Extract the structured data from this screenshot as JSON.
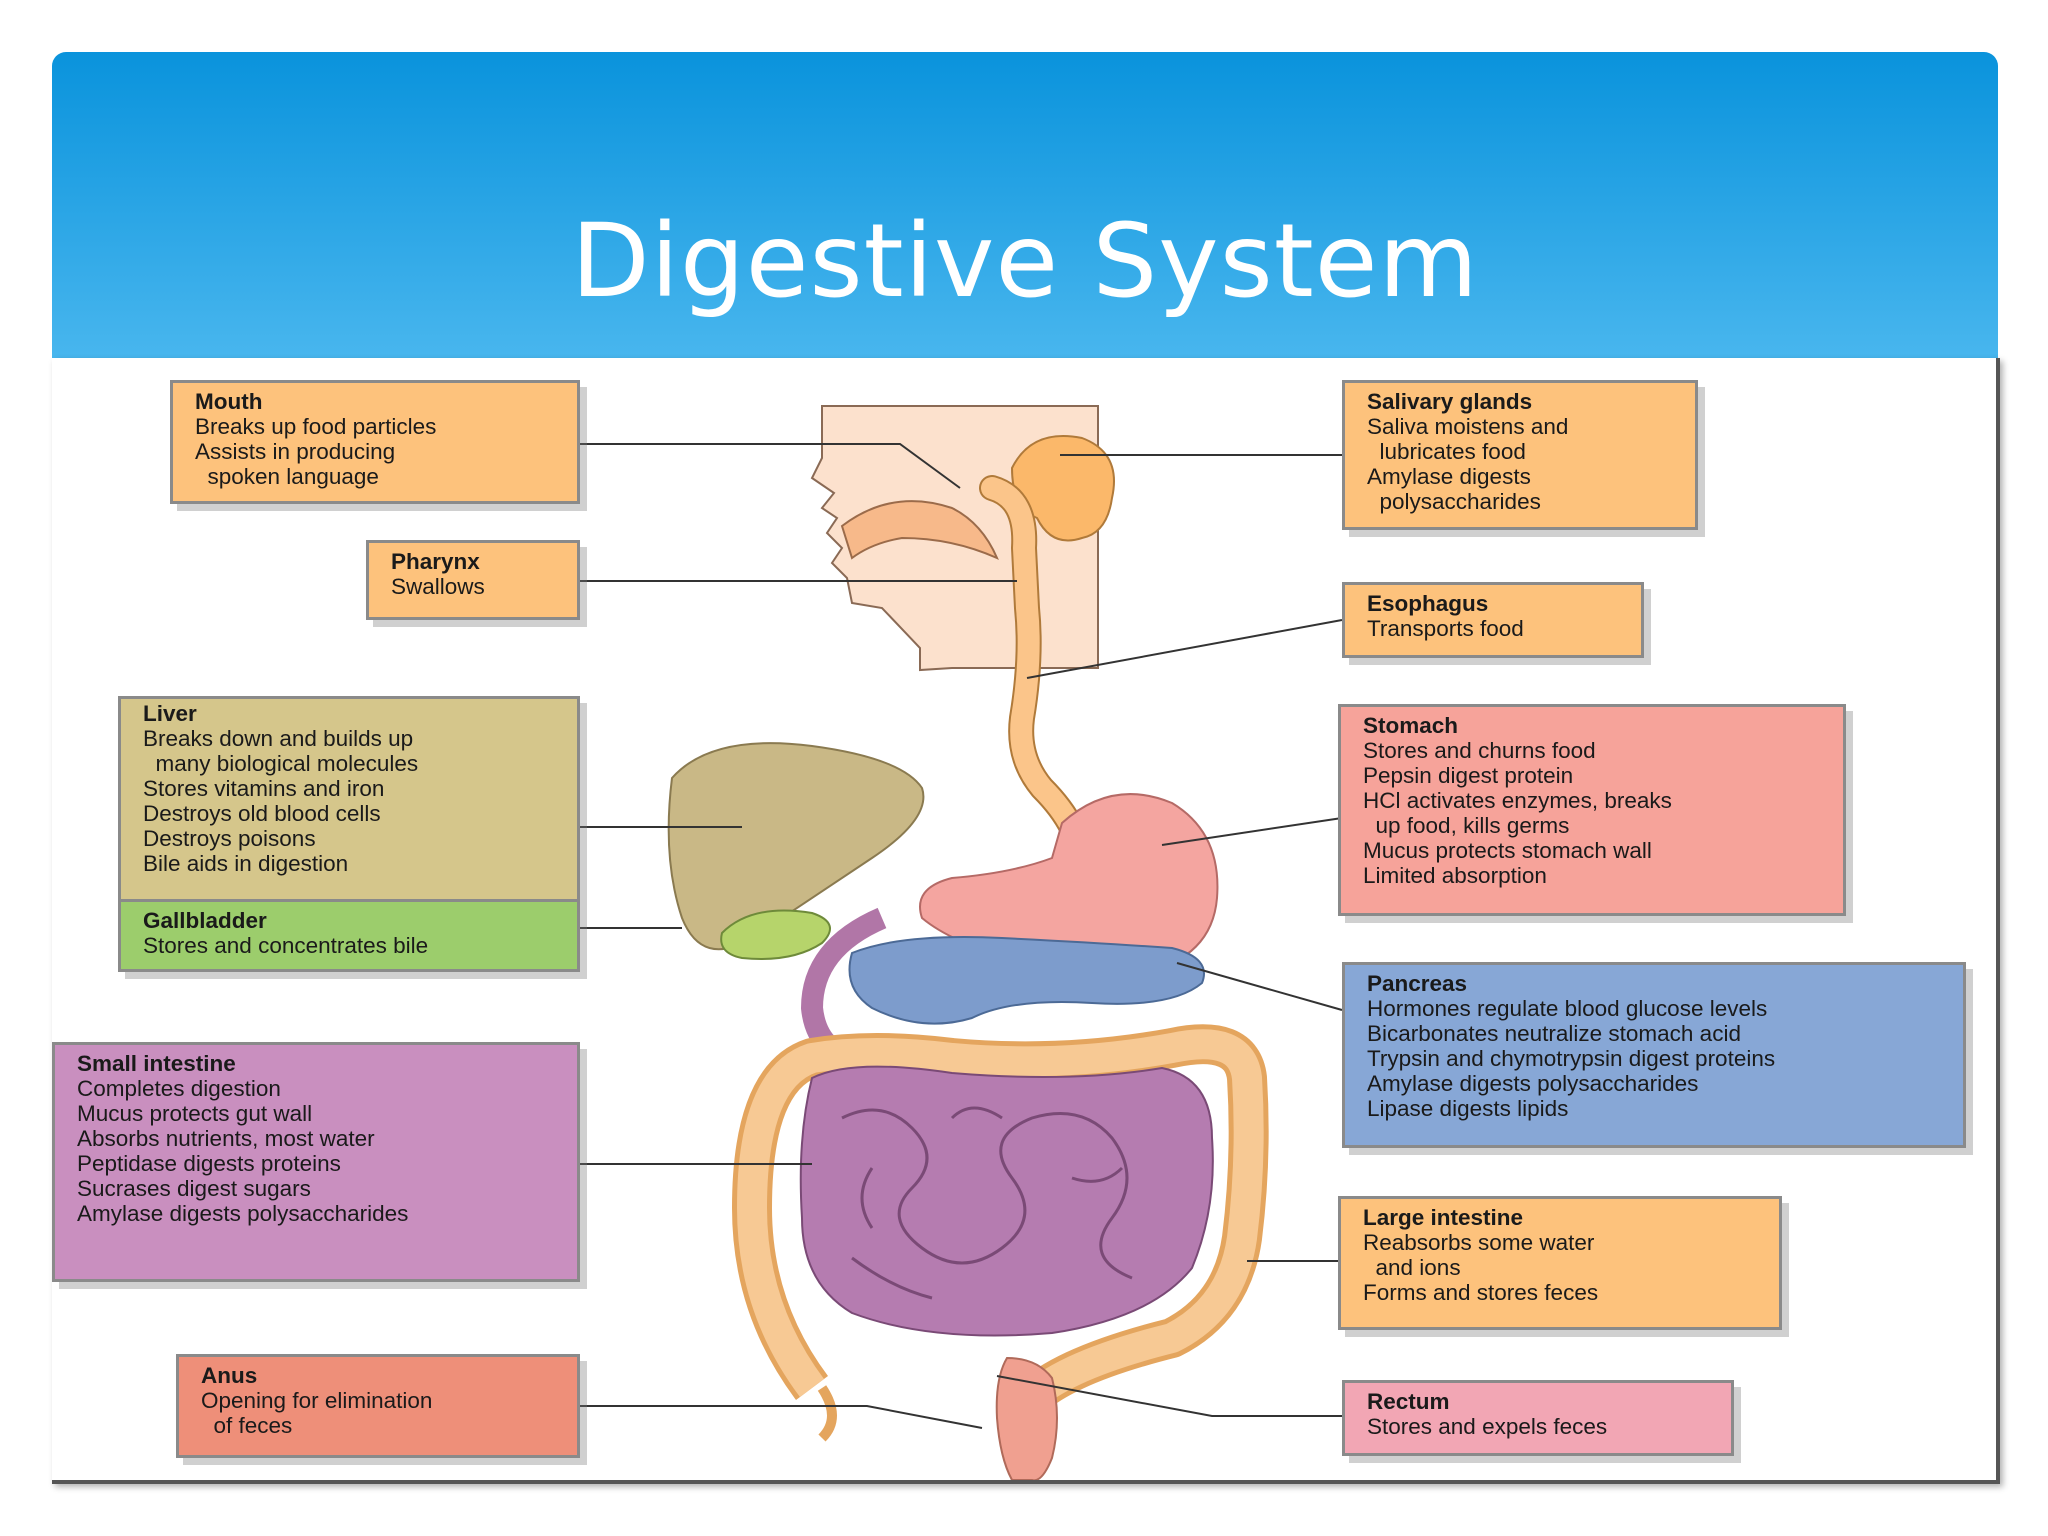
{
  "slide": {
    "title": "Digestive System"
  },
  "boxes": {
    "mouth": {
      "title": "Mouth",
      "lines": [
        "Breaks up food particles",
        "Assists in producing",
        "  spoken language"
      ]
    },
    "pharynx": {
      "title": "Pharynx",
      "lines": [
        "Swallows"
      ]
    },
    "liver": {
      "title": "Liver",
      "lines": [
        "Breaks down and builds up",
        "  many biological molecules",
        "Stores vitamins and iron",
        "Destroys old blood cells",
        "Destroys poisons",
        "Bile aids in digestion"
      ]
    },
    "gallbladder": {
      "title": "Gallbladder",
      "lines": [
        "Stores and concentrates bile"
      ]
    },
    "small_intestine": {
      "title": "Small intestine",
      "lines": [
        "Completes digestion",
        "Mucus protects gut wall",
        "Absorbs nutrients, most water",
        "Peptidase digests proteins",
        "Sucrases digest sugars",
        "Amylase digests polysaccharides"
      ]
    },
    "anus": {
      "title": "Anus",
      "lines": [
        "Opening for elimination",
        "  of feces"
      ]
    },
    "salivary_glands": {
      "title": "Salivary glands",
      "lines": [
        "Saliva moistens and",
        "  lubricates food",
        "Amylase digests",
        "  polysaccharides"
      ]
    },
    "esophagus": {
      "title": "Esophagus",
      "lines": [
        "Transports food"
      ]
    },
    "stomach": {
      "title": "Stomach",
      "lines": [
        "Stores and churns food",
        "Pepsin digest protein",
        "HCl activates enzymes, breaks",
        "  up food, kills germs",
        "Mucus protects stomach wall",
        "Limited absorption"
      ]
    },
    "pancreas": {
      "title": "Pancreas",
      "lines": [
        "Hormones regulate blood glucose levels",
        "Bicarbonates neutralize stomach acid",
        "Trypsin and chymotrypsin digest proteins",
        "Amylase digests polysaccharides",
        "Lipase digests lipids"
      ]
    },
    "large_intestine": {
      "title": "Large intestine",
      "lines": [
        "Reabsorbs some water",
        "  and ions",
        "Forms and stores feces"
      ]
    },
    "rectum": {
      "title": "Rectum",
      "lines": [
        "Stores and expels feces"
      ]
    }
  },
  "colors": {
    "header_top": "#0a93dc",
    "header_bottom": "#48b6ee",
    "orange": "#fdc27c",
    "liver_box": "#d5c68b",
    "gallbladder_box": "#9ccd6c",
    "small_intestine_box": "#c98fbf",
    "stomach_box": "#f6a39a",
    "pancreas_box": "#87a7d6",
    "rectum_box": "#f2a6b4",
    "anus_box": "#ee8f79"
  }
}
